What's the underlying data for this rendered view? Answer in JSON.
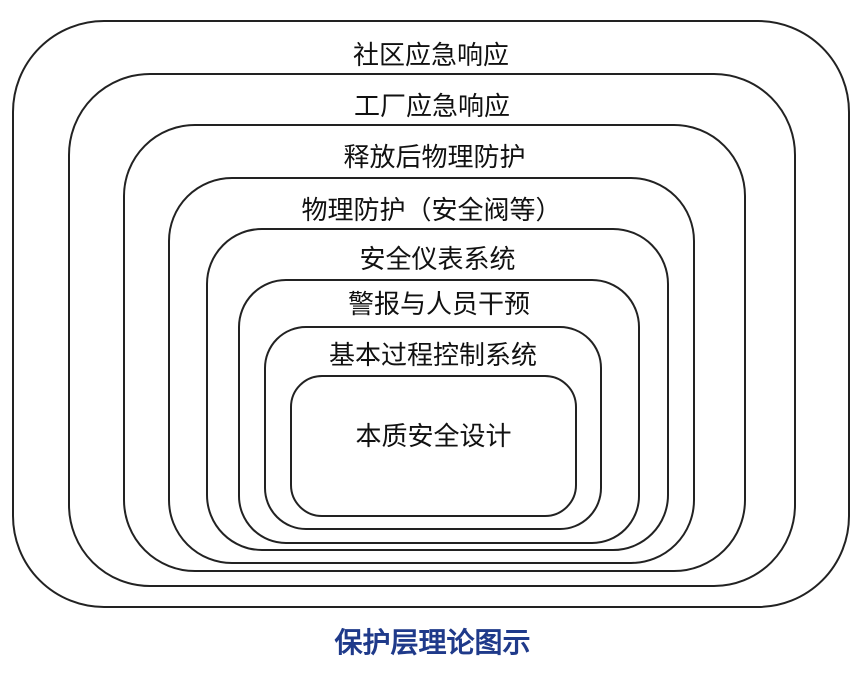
{
  "layers": [
    {
      "label": "社区应急响应"
    },
    {
      "label": "工厂应急响应"
    },
    {
      "label": "释放后物理防护"
    },
    {
      "label": "物理防护（安全阀等）"
    },
    {
      "label": "安全仪表系统"
    },
    {
      "label": "警报与人员干预"
    },
    {
      "label": "基本过程控制系统"
    },
    {
      "label": "本质安全设计"
    }
  ],
  "caption": "保护层理论图示",
  "colors": {
    "border": "#222222",
    "text": "#111111",
    "caption": "#1f3a8a"
  }
}
